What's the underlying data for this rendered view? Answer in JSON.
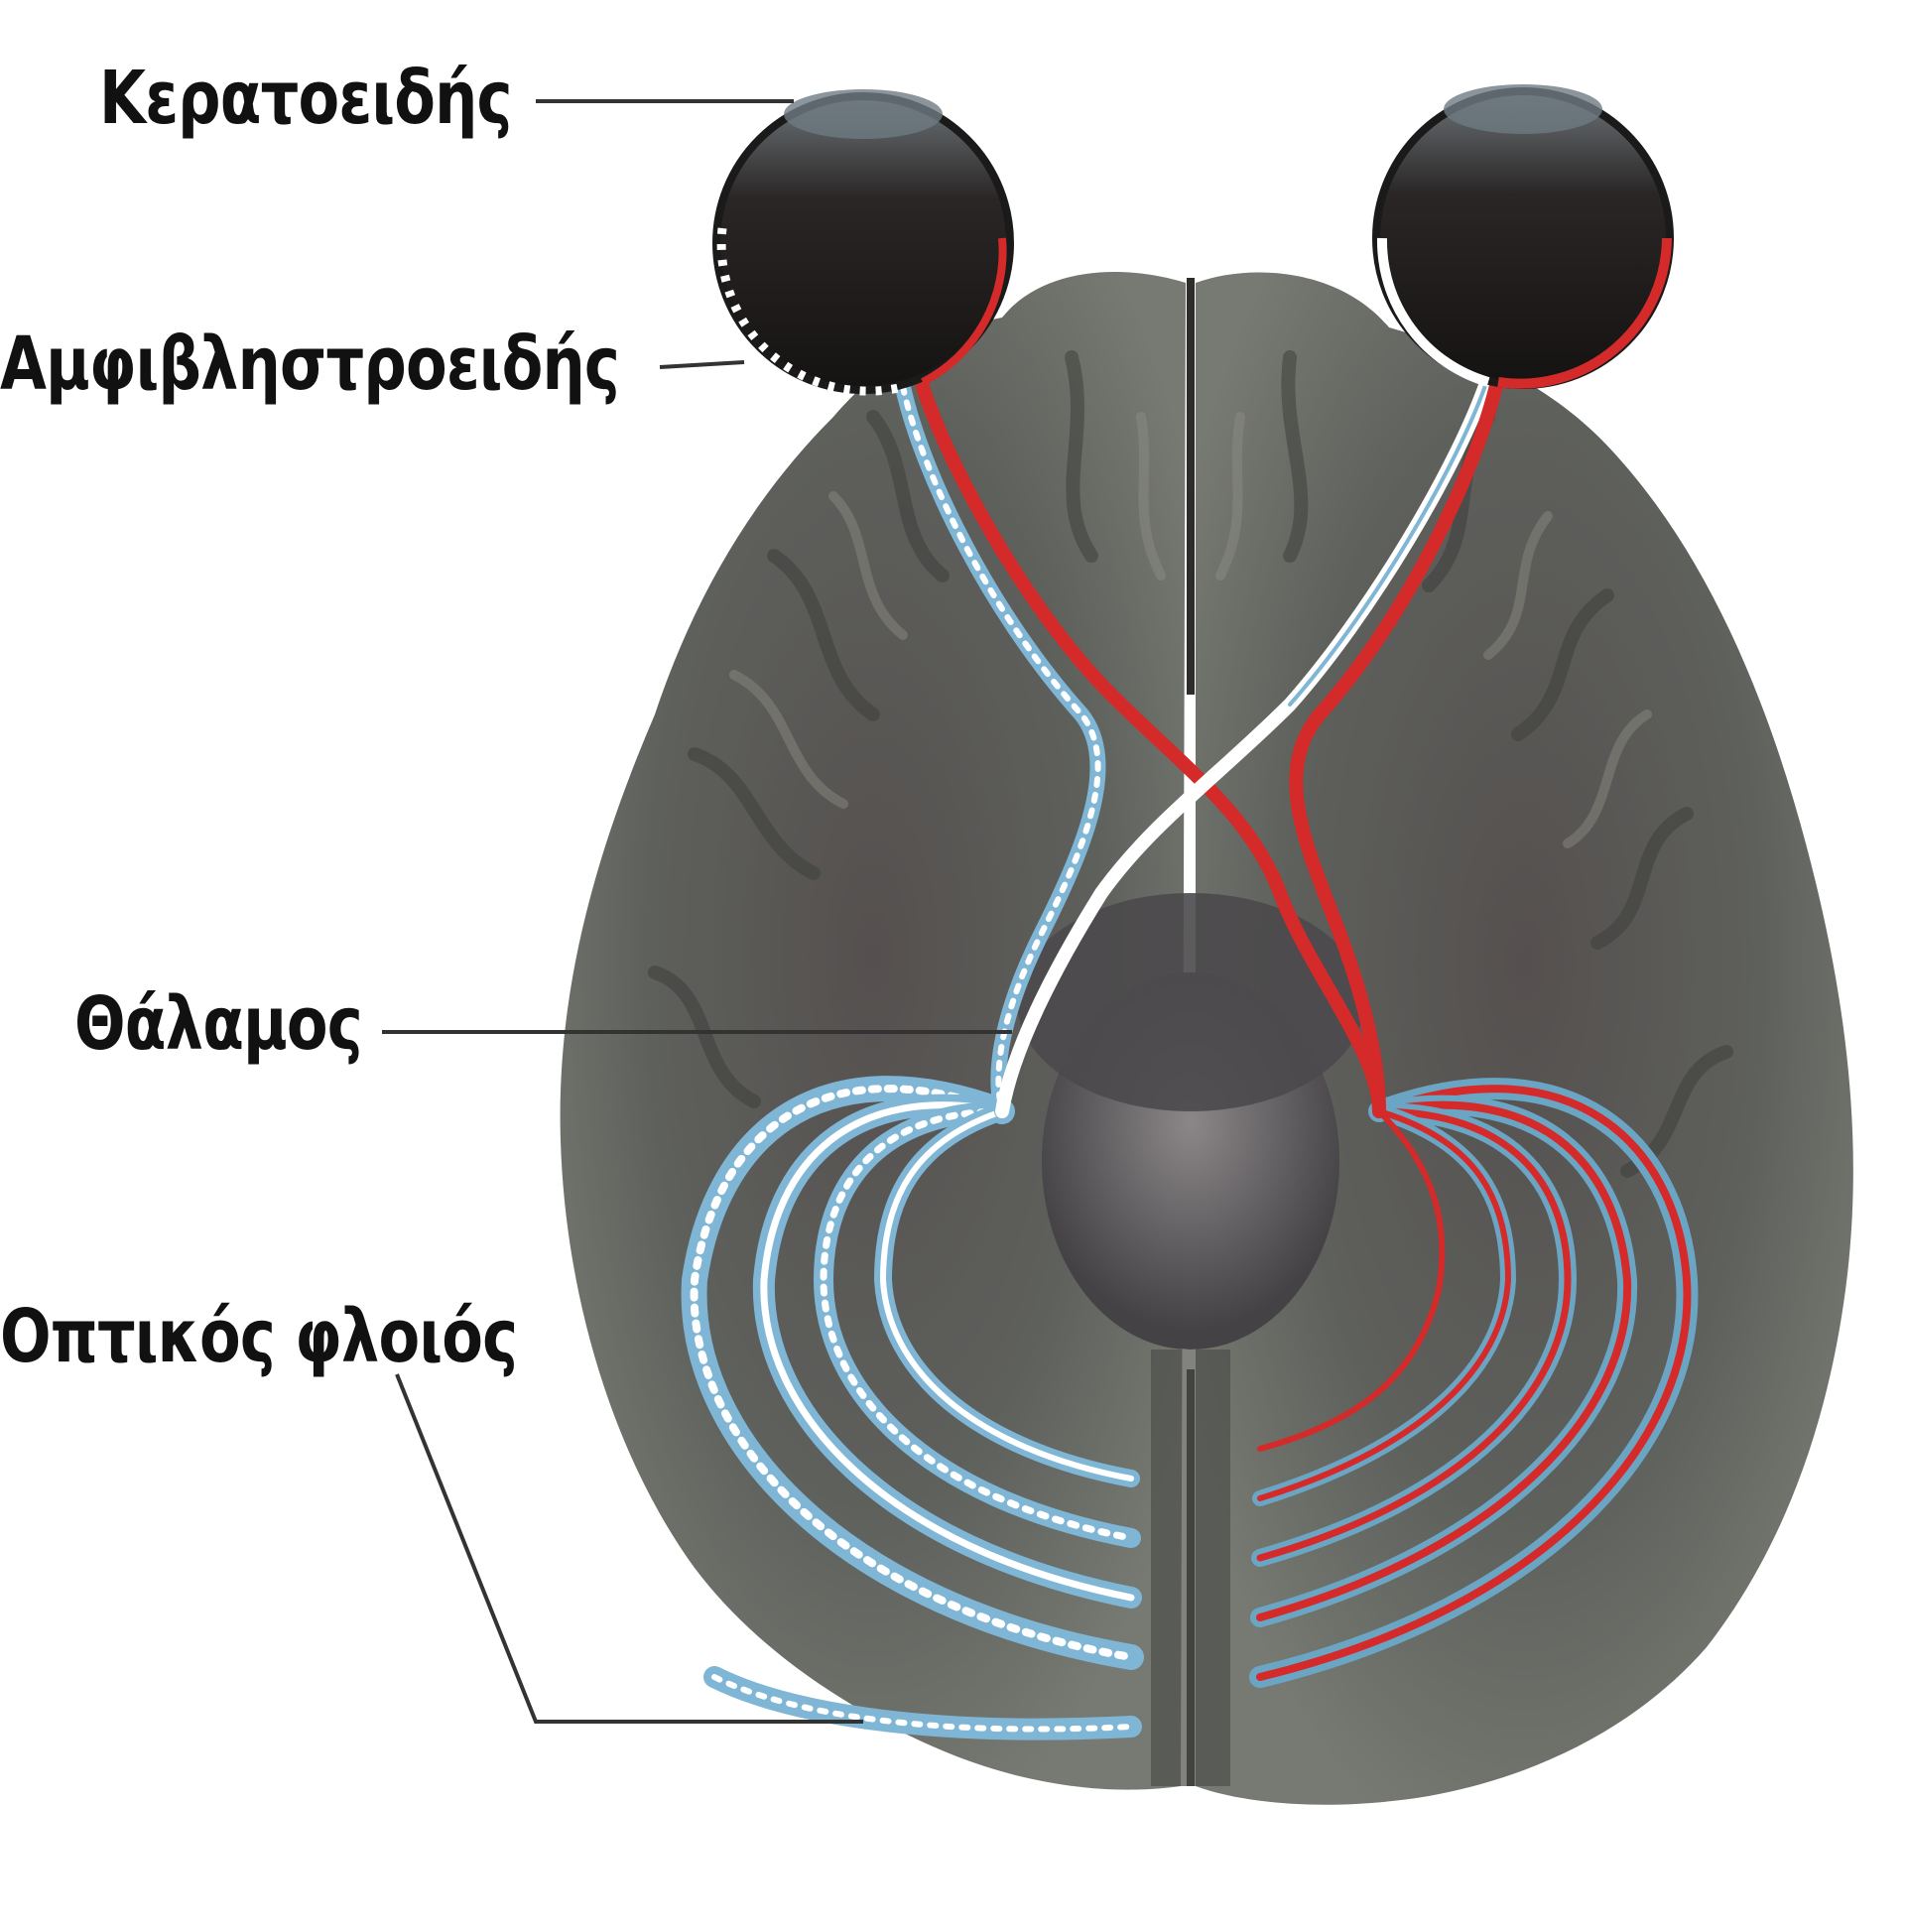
{
  "labels": {
    "cornea": "Κερατοειδής",
    "retina": "Αμφιβληστροειδής",
    "thalamus": "Θάλαμος",
    "visual_cortex": "Οπτικός φλοιός"
  },
  "colors": {
    "background": "#ffffff",
    "brain": "#5c5e5c",
    "brain_dark": "#3b3d3c",
    "brain_light": "#8a8c88",
    "eye": "#1c1a1a",
    "left_pathway": "#ffffff",
    "left_pathway_alt": "#7fb6d6",
    "right_pathway": "#d42a2a",
    "right_pathway_alt": "#6aa6c4",
    "leader_line": "#333333",
    "label_text": "#111111"
  }
}
